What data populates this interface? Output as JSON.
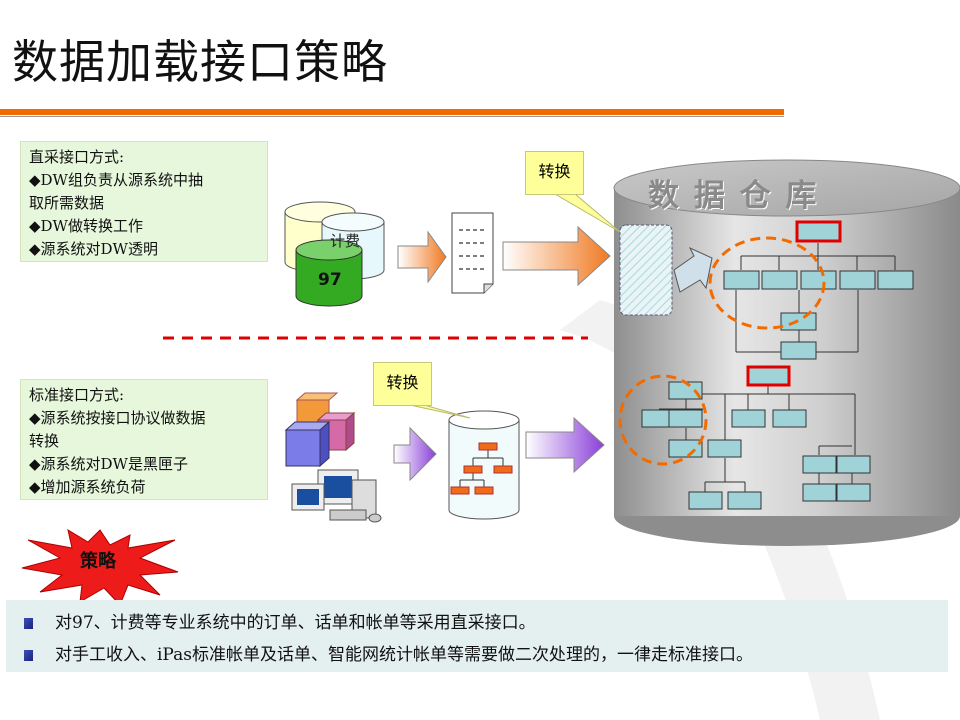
{
  "title": "数据加载接口策略",
  "direct_box": {
    "heading": "直采接口方式:",
    "lines": [
      "◆DW组负责从源系统中抽",
      "取所需数据",
      "◆DW做转换工作",
      "◆源系统对DW透明"
    ]
  },
  "standard_box": {
    "heading": "标准接口方式:",
    "lines": [
      "◆源系统按接口协议做数据",
      "转换",
      "◆源系统对DW是黑匣子",
      "◆增加源系统负荷"
    ]
  },
  "convert_label_top": "转换",
  "convert_label_bottom": "转换",
  "db_labels": {
    "billing": "计费",
    "system97": "97"
  },
  "warehouse_label": "数 据 仓 库",
  "strategy_label": "策略",
  "bullets": [
    "对97、计费等专业系统中的订单、话单和帐单等采用直采接口。",
    "对手工收入、iPas标准帐单及话单、智能网统计帐单等需要做二次处理的，一律走标准接口。"
  ],
  "colors": {
    "accent": "#f26b00",
    "green_box": "#e6f7dc",
    "label_yellow": "#ffff99",
    "node_teal": "#9fd3d8",
    "highlight_red": "#e00000"
  }
}
